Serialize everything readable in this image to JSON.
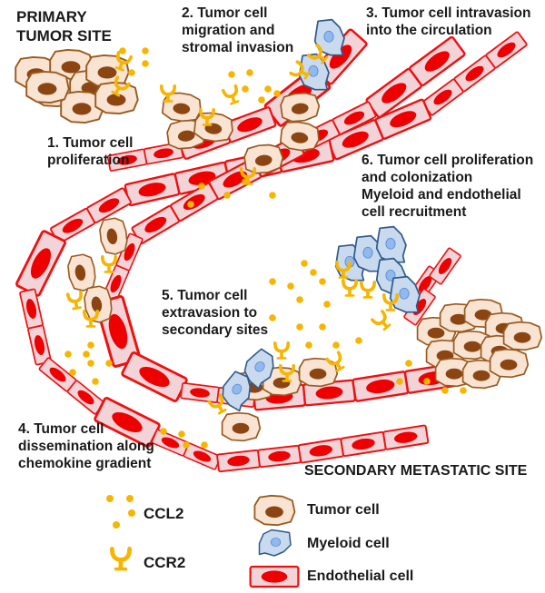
{
  "diagram": {
    "title": "CCL2/CCR2 axis in tumor metastasis",
    "sites": {
      "primary": "PRIMARY\nTUMOR SITE",
      "secondary": "SECONDARY METASTATIC SITE"
    },
    "steps": [
      {
        "id": 1,
        "label": "1. Tumor cell\nproliferation"
      },
      {
        "id": 2,
        "label": "2. Tumor cell\nmigration and\nstromal invasion"
      },
      {
        "id": 3,
        "label": "3. Tumor cell intravasion\ninto the circulation"
      },
      {
        "id": 4,
        "label": "4. Tumor cell\ndissemination along\nchemokine gradient"
      },
      {
        "id": 5,
        "label": "5. Tumor cell\nextravasion to\nsecondary sites"
      },
      {
        "id": 6,
        "label": "6. Tumor cell proliferation\nand colonization\nMyeloid and endothelial\ncell recruitment"
      }
    ],
    "legend": [
      {
        "symbol": "ccl2-dots",
        "label": "CCL2"
      },
      {
        "symbol": "ccr2-receptor",
        "label": "CCR2"
      },
      {
        "symbol": "tumor-cell",
        "label": "Tumor cell"
      },
      {
        "symbol": "myeloid-cell",
        "label": "Myeloid cell"
      },
      {
        "symbol": "endothelial-cell",
        "label": "Endothelial cell"
      }
    ],
    "colors": {
      "tumor_fill": "#f9e3d3",
      "tumor_stroke": "#9a5a1e",
      "tumor_nucleus": "#8b4513",
      "myeloid_fill": "#c9d9ee",
      "myeloid_stroke": "#2e5a8c",
      "myeloid_nucleus": "#8fb9f0",
      "endo_fill": "#f2d4d8",
      "endo_stroke": "#ee1111",
      "endo_nucleus": "#ee0000",
      "ccl2": "#f7b500",
      "ccr2": "#f7b500"
    }
  }
}
